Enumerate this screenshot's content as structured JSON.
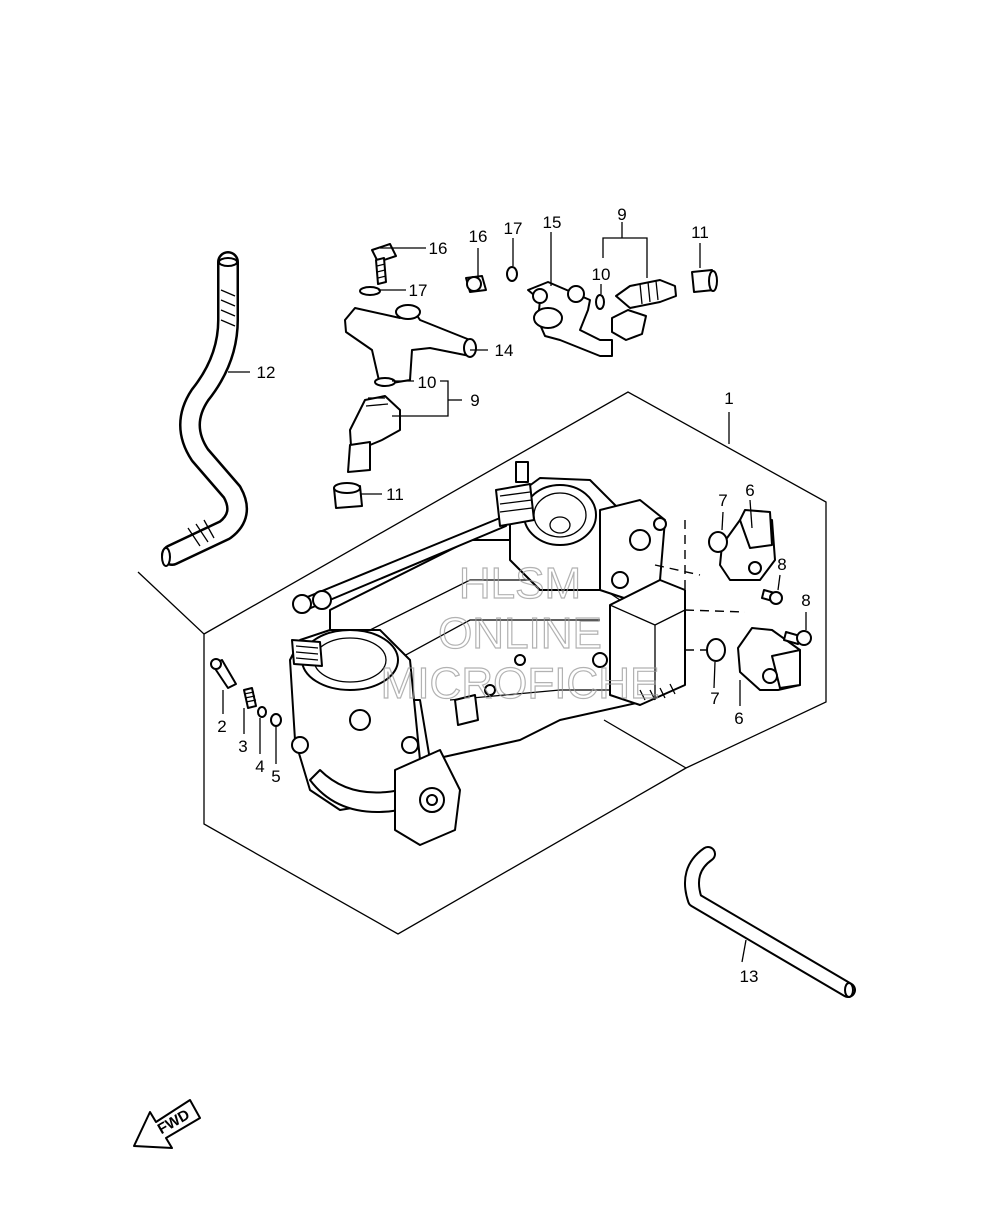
{
  "diagram": {
    "callouts": {
      "c1": "1",
      "c2": "2",
      "c3": "3",
      "c4": "4",
      "c5": "5",
      "c6a": "6",
      "c6b": "6",
      "c7a": "7",
      "c7b": "7",
      "c8a": "8",
      "c8b": "8",
      "c9a": "9",
      "c9b": "9",
      "c10a": "10",
      "c10b": "10",
      "c11a": "11",
      "c11b": "11",
      "c12": "12",
      "c13": "13",
      "c14": "14",
      "c15": "15",
      "c16a": "16",
      "c16b": "16",
      "c17a": "17",
      "c17b": "17"
    },
    "watermark": {
      "line1": "HLSM",
      "line2": "ONLINE",
      "line3": "MICROFICHE"
    },
    "direction_label": "FWD"
  }
}
